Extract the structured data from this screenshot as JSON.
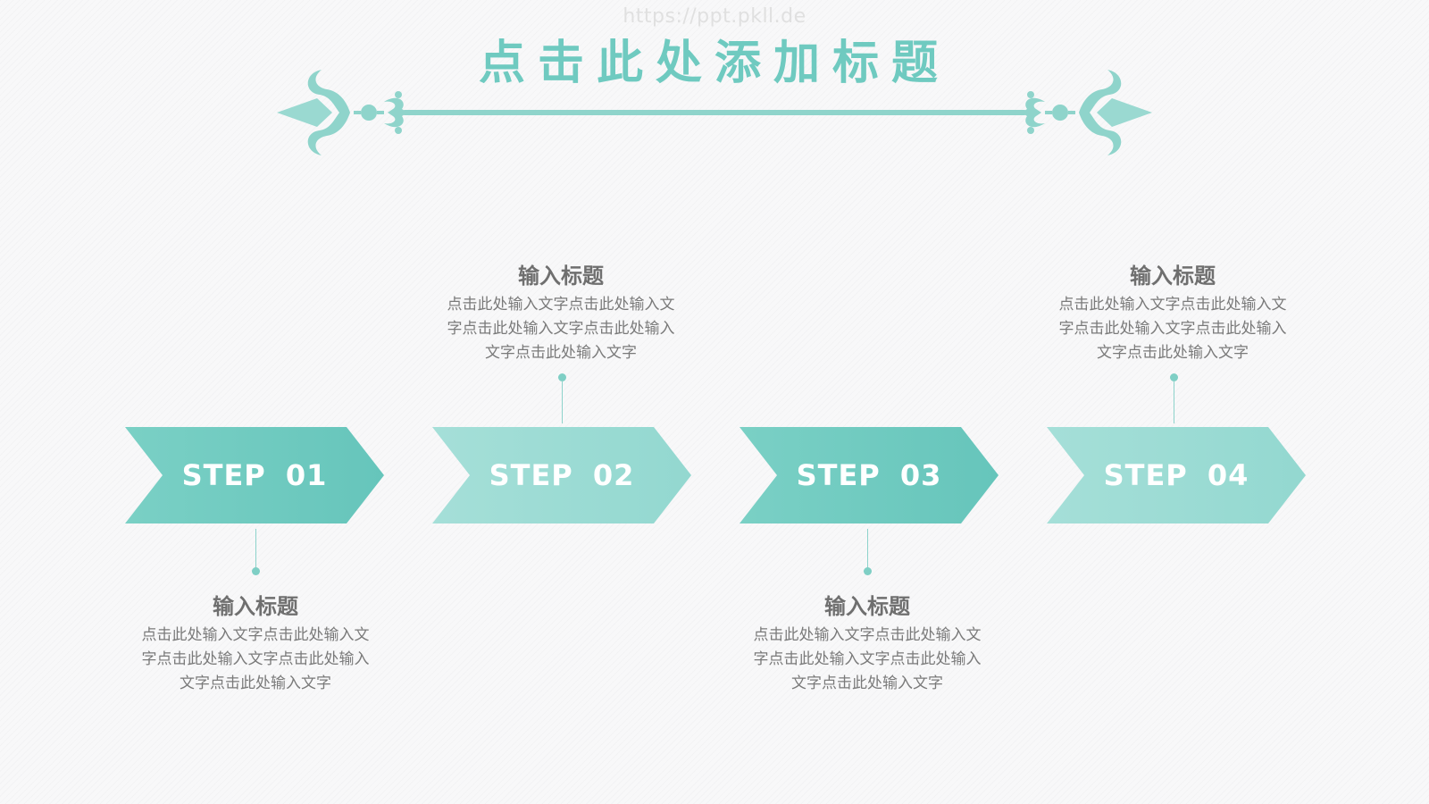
{
  "watermark": "https://ppt.pkll.de",
  "title": "点击此处添加标题",
  "colors": {
    "accent": "#6fcac0",
    "accent_light": "#9ddbd3",
    "text_gray": "#7a7a7a"
  },
  "steps": [
    {
      "label": "STEP 01",
      "heading": "输入标题",
      "text": "点击此处输入文字点击此处输入文字点击此处输入文字点击此处输入文字点击此处输入文字"
    },
    {
      "label": "STEP 02",
      "heading": "输入标题",
      "text": "点击此处输入文字点击此处输入文字点击此处输入文字点击此处输入文字点击此处输入文字"
    },
    {
      "label": "STEP 03",
      "heading": "输入标题",
      "text": "点击此处输入文字点击此处输入文字点击此处输入文字点击此处输入文字点击此处输入文字"
    },
    {
      "label": "STEP 04",
      "heading": "输入标题",
      "text": "点击此处输入文字点击此处输入文字点击此处输入文字点击此处输入文字点击此处输入文字"
    }
  ]
}
